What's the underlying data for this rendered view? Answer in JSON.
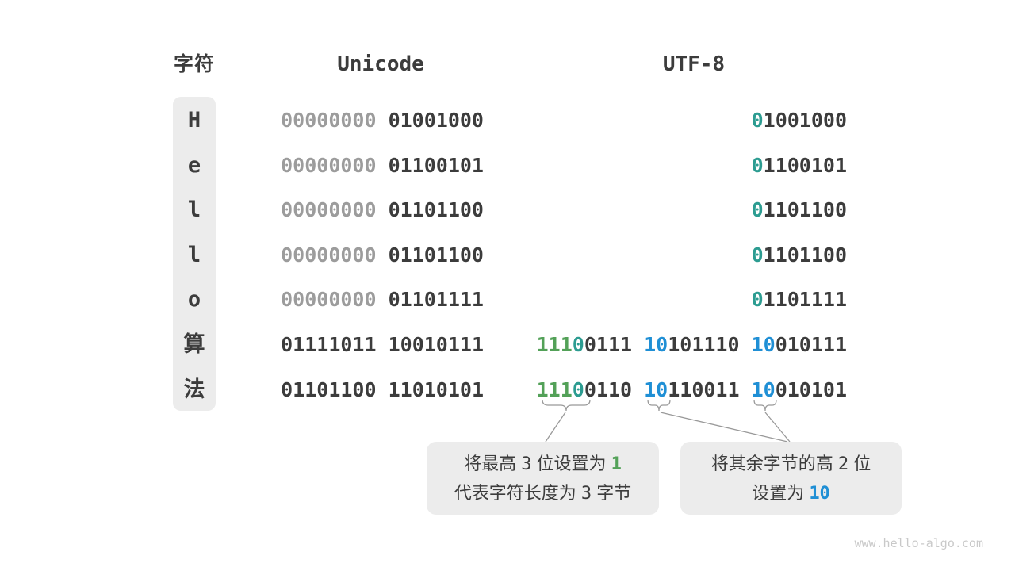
{
  "title": "utf8-encoding-diagram",
  "colors": {
    "dark": "#3c3c3c",
    "gray": "#9c9c9c",
    "teal": "#2c9c91",
    "green": "#53a158",
    "blue": "#1f8fd5",
    "box_bg": "#ececec",
    "annotation_line": "#999999",
    "watermark": "#c9c9c9"
  },
  "header": {
    "char": "字符",
    "unicode": "Unicode",
    "utf8": "UTF-8"
  },
  "rows": [
    {
      "char": "H",
      "unicode": [
        {
          "t": "00000000 ",
          "c": "gray"
        },
        {
          "t": "01001000",
          "c": "dark"
        }
      ],
      "utf8": [
        {
          "t": "0",
          "c": "teal"
        },
        {
          "t": "1001000",
          "c": "dark"
        }
      ]
    },
    {
      "char": "e",
      "unicode": [
        {
          "t": "00000000 ",
          "c": "gray"
        },
        {
          "t": "01100101",
          "c": "dark"
        }
      ],
      "utf8": [
        {
          "t": "0",
          "c": "teal"
        },
        {
          "t": "1100101",
          "c": "dark"
        }
      ]
    },
    {
      "char": "l",
      "unicode": [
        {
          "t": "00000000 ",
          "c": "gray"
        },
        {
          "t": "01101100",
          "c": "dark"
        }
      ],
      "utf8": [
        {
          "t": "0",
          "c": "teal"
        },
        {
          "t": "1101100",
          "c": "dark"
        }
      ]
    },
    {
      "char": "l",
      "unicode": [
        {
          "t": "00000000 ",
          "c": "gray"
        },
        {
          "t": "01101100",
          "c": "dark"
        }
      ],
      "utf8": [
        {
          "t": "0",
          "c": "teal"
        },
        {
          "t": "1101100",
          "c": "dark"
        }
      ]
    },
    {
      "char": "o",
      "unicode": [
        {
          "t": "00000000 ",
          "c": "gray"
        },
        {
          "t": "01101111",
          "c": "dark"
        }
      ],
      "utf8": [
        {
          "t": "0",
          "c": "teal"
        },
        {
          "t": "1101111",
          "c": "dark"
        }
      ]
    },
    {
      "char": "算",
      "unicode": [
        {
          "t": "01111011 10010111",
          "c": "dark"
        }
      ],
      "utf8": [
        {
          "t": "111",
          "c": "green"
        },
        {
          "t": "0",
          "c": "teal"
        },
        {
          "t": "0111 ",
          "c": "dark"
        },
        {
          "t": "10",
          "c": "blue"
        },
        {
          "t": "101110 ",
          "c": "dark"
        },
        {
          "t": "10",
          "c": "blue"
        },
        {
          "t": "010111",
          "c": "dark"
        }
      ]
    },
    {
      "char": "法",
      "unicode": [
        {
          "t": "01101100 11010101",
          "c": "dark"
        }
      ],
      "utf8": [
        {
          "t": "111",
          "c": "green"
        },
        {
          "t": "0",
          "c": "teal"
        },
        {
          "t": "0110 ",
          "c": "dark"
        },
        {
          "t": "10",
          "c": "blue"
        },
        {
          "t": "110011 ",
          "c": "dark"
        },
        {
          "t": "10",
          "c": "blue"
        },
        {
          "t": "010101",
          "c": "dark"
        }
      ]
    }
  ],
  "callouts": [
    {
      "name": "leading-bits-note",
      "lines": [
        [
          {
            "t": "将最高 "
          },
          {
            "t": "3",
            "mono": true
          },
          {
            "t": " 位设置为 "
          },
          {
            "t": "1",
            "c": "green",
            "mono": true,
            "b": true
          }
        ],
        [
          {
            "t": "代表字符长度为 "
          },
          {
            "t": "3",
            "mono": true
          },
          {
            "t": " 字节"
          }
        ]
      ]
    },
    {
      "name": "continuation-bits-note",
      "lines": [
        [
          {
            "t": "将其余字节的高 "
          },
          {
            "t": "2",
            "mono": true
          },
          {
            "t": " 位"
          }
        ],
        [
          {
            "t": "设置为 "
          },
          {
            "t": "10",
            "c": "blue",
            "mono": true,
            "b": true
          }
        ]
      ]
    }
  ],
  "watermark": "www.hello-algo.com"
}
